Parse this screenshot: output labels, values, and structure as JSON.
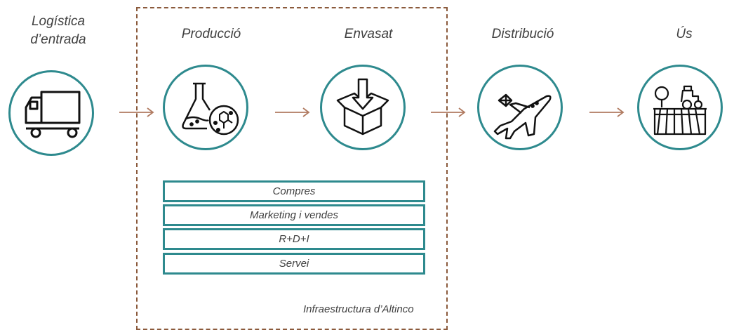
{
  "stages": {
    "inbound": "Logística\nd’entrada",
    "production": "Producció",
    "packaging": "Envasat",
    "distribution": "Distribució",
    "use": "Ús"
  },
  "support_activities": [
    "Compres",
    "Marketing i vendes",
    "R+D+I",
    "Servei"
  ],
  "infrastructure": "Infraestructura d’Altinco",
  "icons": [
    "truck-icon",
    "lab-flask-molecule-icon",
    "package-box-icon",
    "airplane-package-icon",
    "tractor-field-icon"
  ],
  "colors": {
    "circle": "#2E8A8E",
    "arrow": "#B07A60",
    "frame": "#8B5A3C"
  }
}
